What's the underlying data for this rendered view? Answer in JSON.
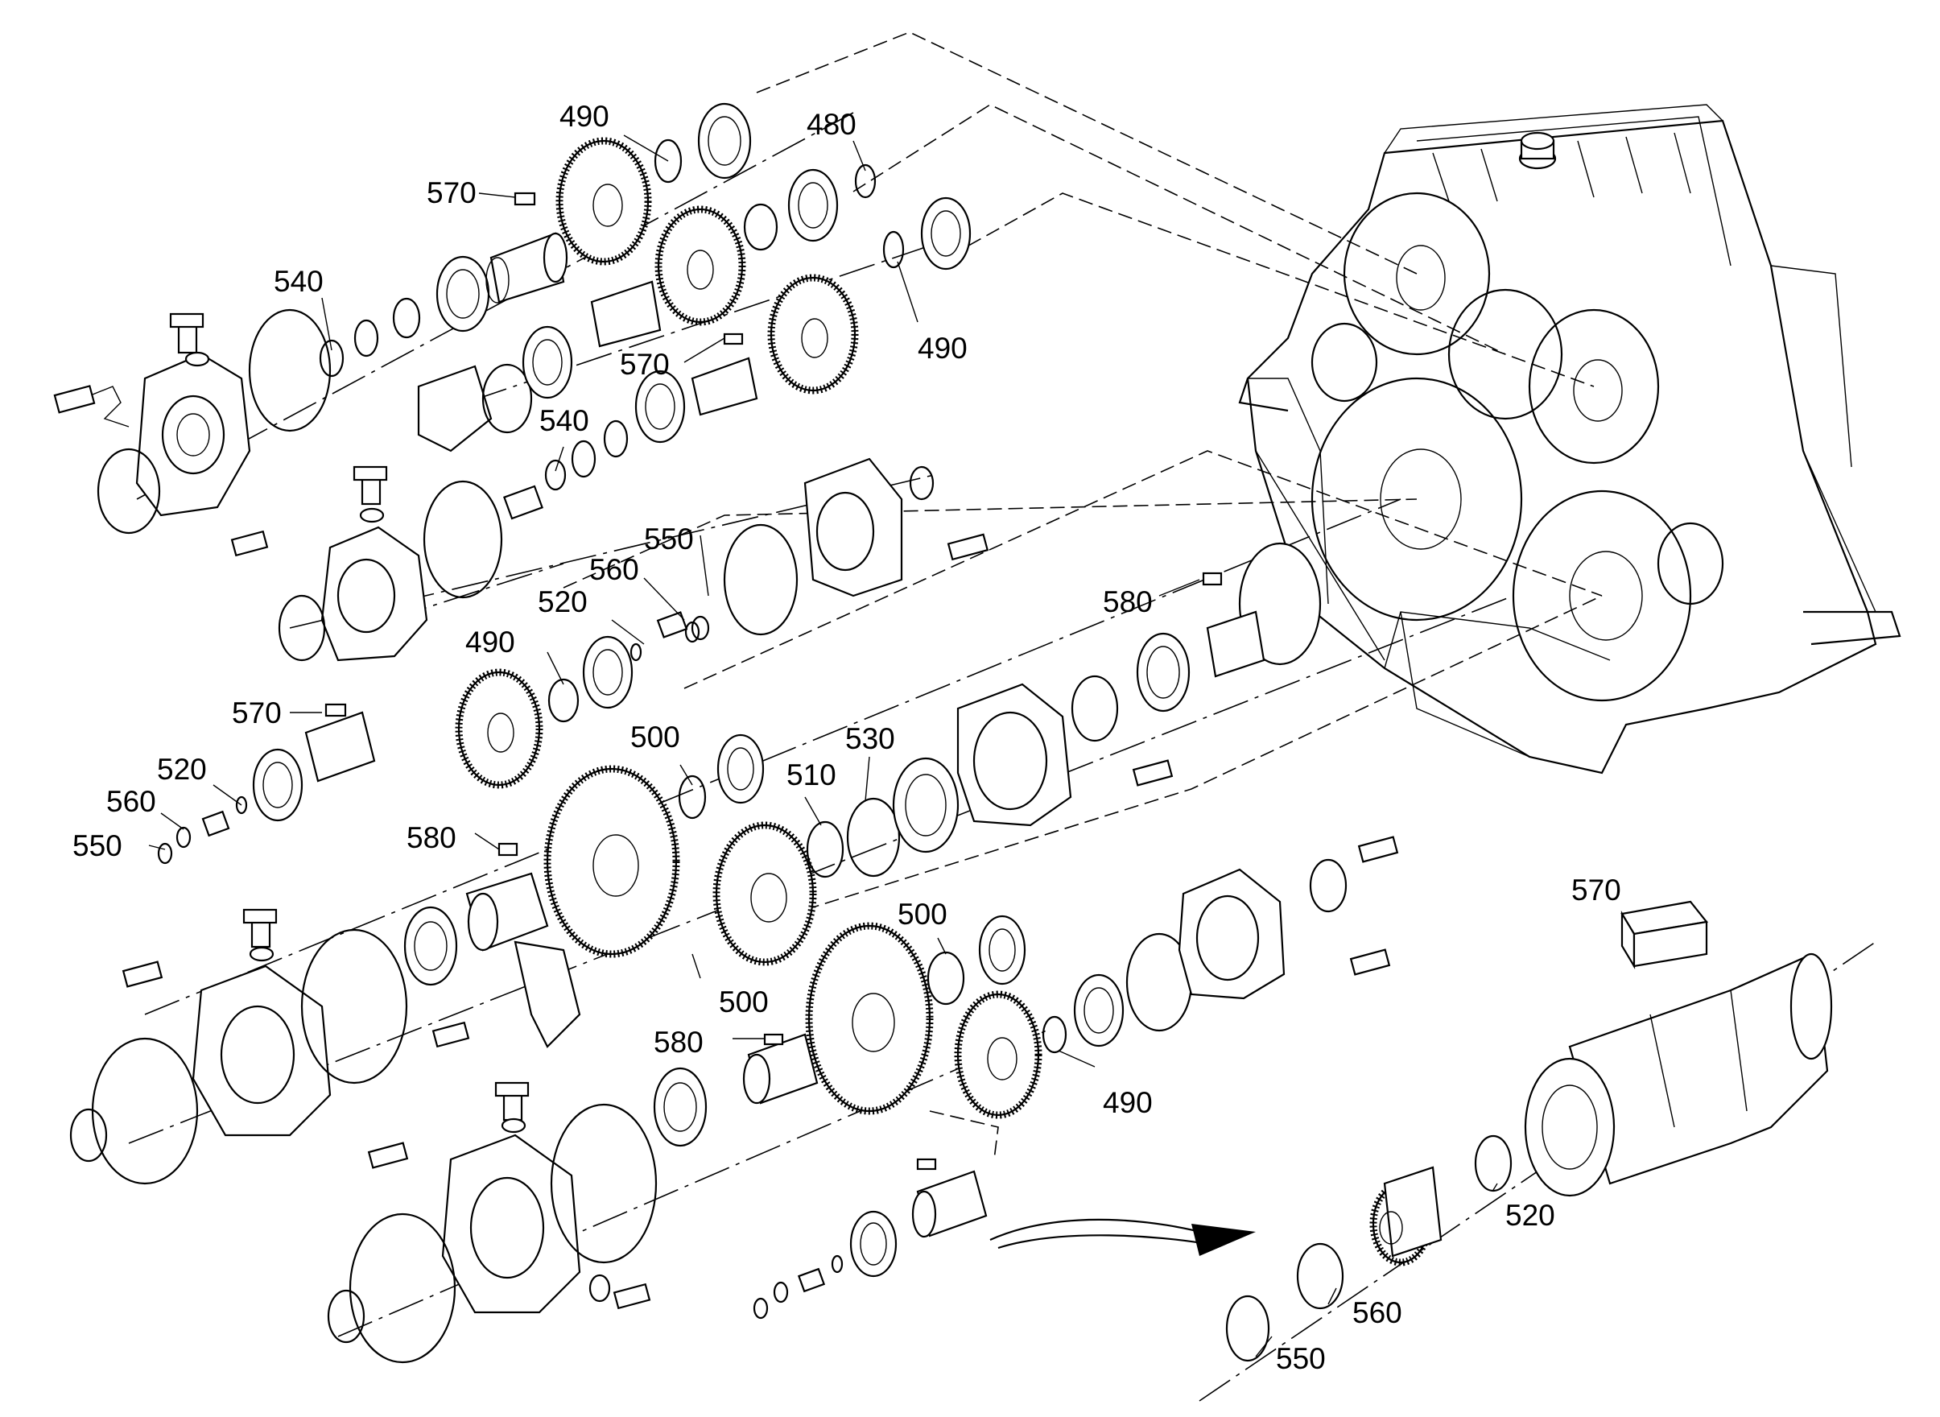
{
  "callouts": [
    {
      "id": "c490a",
      "text": "490"
    },
    {
      "id": "c480",
      "text": "480"
    },
    {
      "id": "c570a",
      "text": "570"
    },
    {
      "id": "c540a",
      "text": "540"
    },
    {
      "id": "c490b",
      "text": "490"
    },
    {
      "id": "c570b",
      "text": "570"
    },
    {
      "id": "c540b",
      "text": "540"
    },
    {
      "id": "c550a",
      "text": "550"
    },
    {
      "id": "c560a",
      "text": "560"
    },
    {
      "id": "c520a",
      "text": "520"
    },
    {
      "id": "c490c",
      "text": "490"
    },
    {
      "id": "c580a",
      "text": "580"
    },
    {
      "id": "c570c",
      "text": "570"
    },
    {
      "id": "c500a",
      "text": "500"
    },
    {
      "id": "c530",
      "text": "530"
    },
    {
      "id": "c520b",
      "text": "520"
    },
    {
      "id": "c510",
      "text": "510"
    },
    {
      "id": "c560b",
      "text": "560"
    },
    {
      "id": "c550b",
      "text": "550"
    },
    {
      "id": "c580b",
      "text": "580"
    },
    {
      "id": "c500b",
      "text": "500"
    },
    {
      "id": "c500c",
      "text": "500"
    },
    {
      "id": "c580c",
      "text": "580"
    },
    {
      "id": "c490d",
      "text": "490"
    },
    {
      "id": "c570d",
      "text": "570"
    },
    {
      "id": "c520c",
      "text": "520"
    },
    {
      "id": "c560c",
      "text": "560"
    },
    {
      "id": "c550c",
      "text": "550"
    }
  ]
}
